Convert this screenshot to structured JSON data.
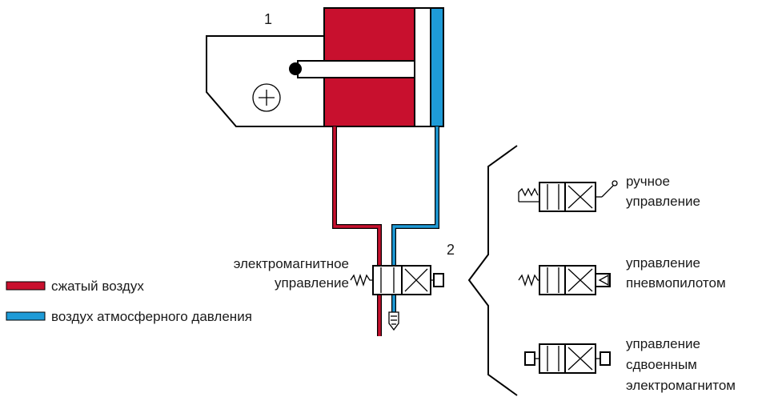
{
  "labels": {
    "cylinder_number": "1",
    "valve_number": "2",
    "valve_control_line1": "электромагнитное",
    "valve_control_line2": "управление",
    "manual_line1": "ручное",
    "manual_line2": "управление",
    "pilot_line1": "управление",
    "pilot_line2": "пневмопилотом",
    "double_line1": "управление",
    "double_line2": "сдвоенным",
    "double_line3": "электромагнитом"
  },
  "legend": {
    "items": [
      {
        "label": "сжатый воздух",
        "color": "#c8102e"
      },
      {
        "label": "воздух атмосферного давления",
        "color": "#1e9bd7"
      }
    ]
  },
  "colors": {
    "compressed_air": "#c8102e",
    "atmospheric_air": "#1e9bd7",
    "outline": "#000000"
  },
  "icons": [
    "plus-circle-icon",
    "spring-icon",
    "solenoid-icon",
    "exhaust-silencer-icon",
    "manual-lever-icon",
    "pilot-arrow-icon",
    "brace-icon"
  ]
}
